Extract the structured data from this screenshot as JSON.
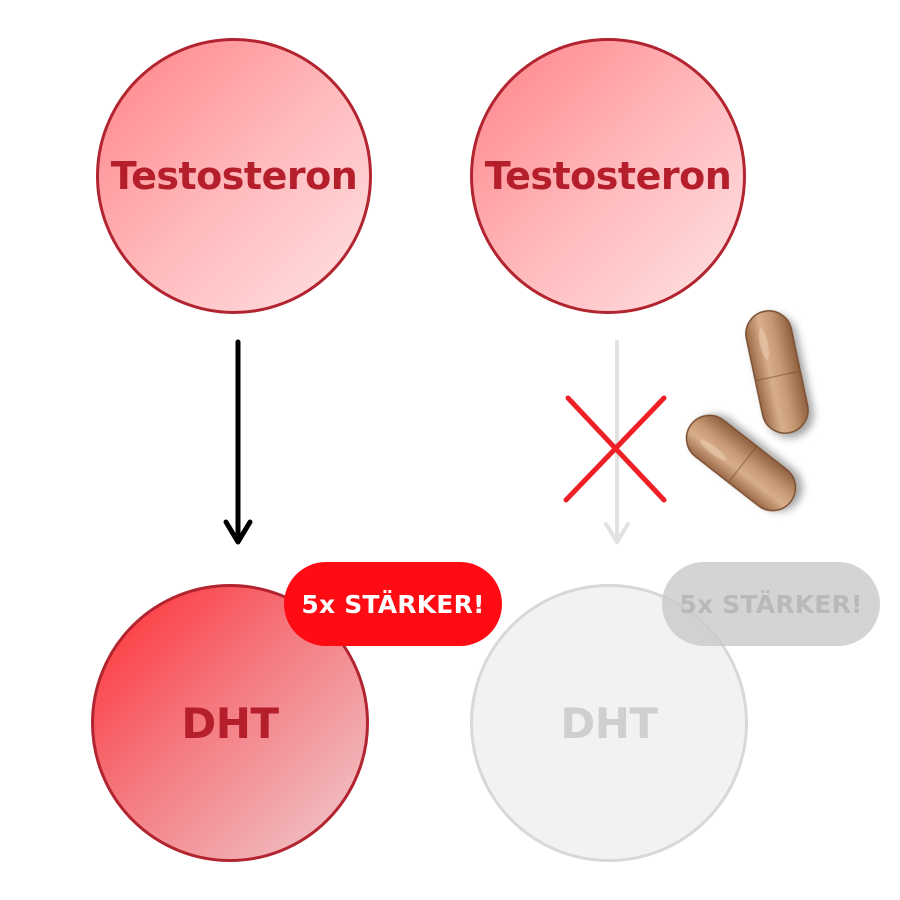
{
  "left": {
    "top_label": "Testosteron",
    "bottom_label": "DHT",
    "badge": "5x STÄRKER!"
  },
  "right": {
    "top_label": "Testosteron",
    "bottom_label": "DHT",
    "badge": "5x STÄRKER!"
  },
  "colors": {
    "accent_red": "#ff0b13",
    "circle_border": "#b2242f",
    "label_red": "#b51e2b",
    "inactive_grey": "#cfcfcf",
    "capsule_brown": "#c89a74"
  },
  "icons": [
    "arrow-down-icon",
    "cross-icon",
    "capsule-icon"
  ]
}
